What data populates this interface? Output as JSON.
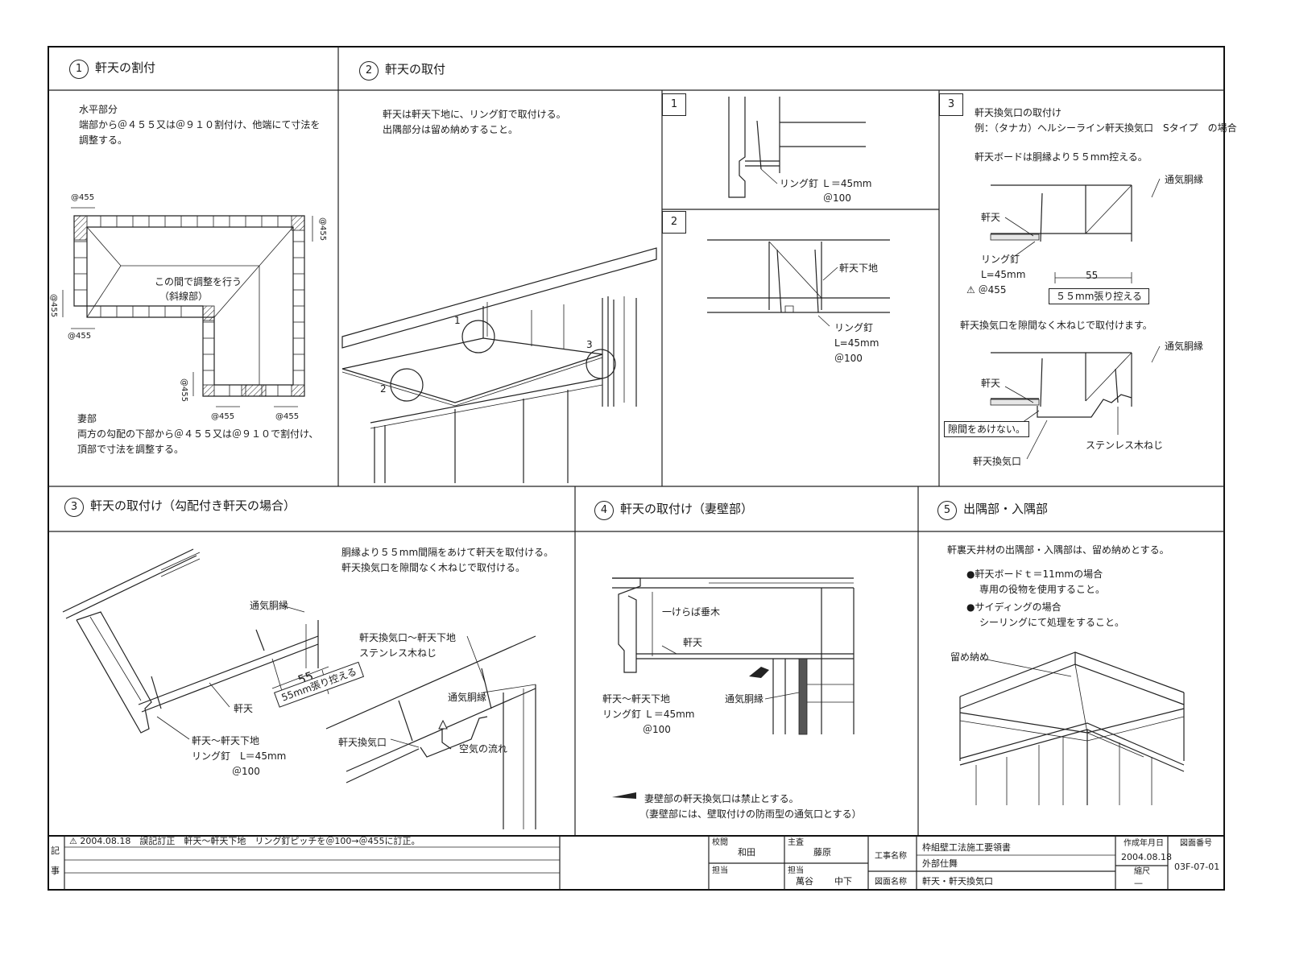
{
  "section1": {
    "num": "1",
    "title": "軒天の割付",
    "horizontal_head": "水平部分",
    "horizontal_l1": "端部から＠４５５又は＠９１０割付け、他端にて寸法を",
    "horizontal_l2": "調整する。",
    "dims": {
      "d1": "@455",
      "d2": "@455",
      "d3": "@455",
      "d4": "@455",
      "d5": "@455",
      "d6": "@455",
      "d7": "@455"
    },
    "adjust_l1": "この間で調整を行う",
    "adjust_l2": "（斜線部）",
    "gable_head": "妻部",
    "gable_l1": "両方の勾配の下部から＠４５５又は＠９１０で割付け、",
    "gable_l2": "頂部で寸法を調整する。"
  },
  "section2": {
    "num": "2",
    "title": "軒天の取付",
    "note_l1": "軒天は軒天下地に、リング釘で取付ける。",
    "note_l2": "出隅部分は留め納めすること。",
    "callouts": [
      "1",
      "2",
      "3"
    ],
    "detail1": {
      "num": "1",
      "nail": "リング釘 Ｌ＝45mm",
      "pitch": "＠100"
    },
    "detail2": {
      "num": "2",
      "base": "軒天下地",
      "nail_l1": "リング釘",
      "nail_l2": "L=45mm",
      "pitch": "＠100"
    },
    "detail3": {
      "num": "3",
      "head": "軒天換気口の取付け",
      "example": "例：（タナカ）ヘルシーライン軒天換気口　Sタイプ　の場合",
      "board": "軒天ボードは胴縁より５５mm控える。",
      "vent_batten": "通気胴縁",
      "soffit": "軒天",
      "nail_l1": "リング釘",
      "nail_l2": "L=45mm",
      "pitch": "⚠ ＠455",
      "dim55": "55",
      "setback_box": "５５mm張り控える",
      "screw_note": "軒天換気口を隙間なく木ねじで取付けます。",
      "vent_batten2": "通気胴縁",
      "soffit2": "軒天",
      "gap_box": "隙間をあけない。",
      "stainless": "ステンレス木ねじ",
      "vent": "軒天換気口"
    }
  },
  "section3": {
    "num": "3",
    "title": "軒天の取付け（勾配付き軒天の場合）",
    "note_l1": "胴縁より５５mm間隔をあけて軒天を取付ける。",
    "note_l2": "軒天換気口を隙間なく木ねじで取付ける。",
    "vent_batten": "通気胴縁",
    "dim55": "55",
    "setback_box": "55mm張り控える",
    "soffit": "軒天",
    "nail_l1": "軒天～軒天下地",
    "nail_l2": "リング釘　L＝45mm",
    "pitch": "＠100",
    "screw_l1": "軒天換気口～軒天下地",
    "screw_l2": "ステンレス木ねじ",
    "vent_batten2": "通気胴縁",
    "vent": "軒天換気口",
    "airflow": "空気の流れ"
  },
  "section4": {
    "num": "4",
    "title": "軒天の取付け（妻壁部）",
    "rafter": "一けらば垂木",
    "soffit": "軒天",
    "nail_l1": "軒天～軒天下地",
    "nail_l2": "リング釘 Ｌ＝45mm",
    "pitch": "＠100",
    "vent_batten": "通気胴縁",
    "prohibit_l1": "妻壁部の軒天換気口は禁止とする。",
    "prohibit_l2": "（妻壁部には、壁取付けの防雨型の通気口とする）"
  },
  "section5": {
    "num": "5",
    "title": "出隅部・入隅部",
    "note": "軒裏天井材の出隅部・入隅部は、留め納めとする。",
    "b1_l1": "●軒天ボードｔ＝11mmの場合",
    "b1_l2": "専用の役物を使用すること。",
    "b2_l1": "●サイディングの場合",
    "b2_l2": "シーリングにて処理をすること。",
    "miter": "留め納め"
  },
  "titleblock": {
    "remarks_label_1": "記",
    "remarks_label_2": "事",
    "revision": "⚠ 2004.08.18　誤記訂正　軒天～軒天下地　リング釘ピッチを＠100→＠455に訂正。",
    "check_label": "校閲",
    "check_name": "和田",
    "chief_label": "主査",
    "chief_name": "藤原",
    "staff_label": "担当",
    "staff2_label": "担当",
    "staff_name1": "萬谷",
    "staff_name2": "中下",
    "project_label": "工事名称",
    "project_name": "枠組壁工法施工要領書",
    "project_sub": "外部仕舞",
    "drawing_label": "図面名称",
    "drawing_name": "軒天・軒天換気口",
    "date_label": "作成年月日",
    "date": "2004.08.18",
    "scale_label": "縮尺",
    "scale": "—",
    "number_label": "図面番号",
    "number": "03F-07-01"
  }
}
